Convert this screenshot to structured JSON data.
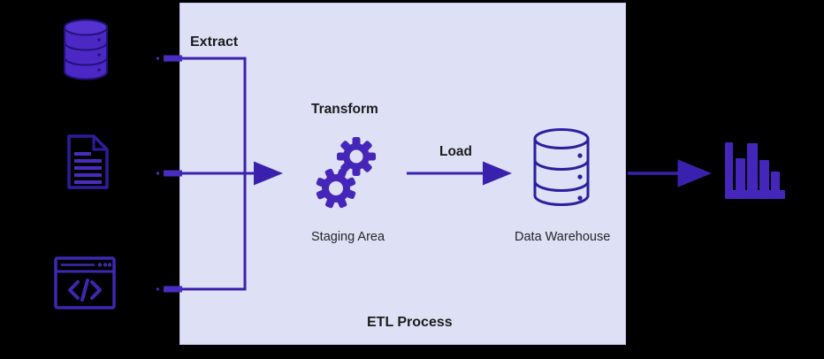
{
  "diagram": {
    "title": "ETL Process",
    "stages": {
      "extract_label": "Extract",
      "transform_label": "Transform",
      "load_label": "Load"
    },
    "nodes": {
      "staging_area_label": "Staging Area",
      "data_warehouse_label": "Data Warehouse"
    },
    "sources": [
      {
        "icon": "database-icon"
      },
      {
        "icon": "document-icon"
      },
      {
        "icon": "code-window-icon"
      }
    ],
    "output": {
      "icon": "bar-chart-icon"
    },
    "process_icons": [
      "gears-icon",
      "database-outline-icon"
    ],
    "flow": [
      "database-icon -> Extract",
      "document-icon -> Extract",
      "code-window-icon -> Extract",
      "Extract -> Staging Area (Transform)",
      "Staging Area -> Data Warehouse (Load)",
      "Data Warehouse -> bar-chart-icon"
    ],
    "colors": {
      "background": "#000000",
      "box_fill": "#dee0f6",
      "box_border": "#c3c5ef",
      "icon_purple": "#4b28c4",
      "icon_dark_edge": "#221178",
      "outline_indigo": "#2d1d9c",
      "connector_indigo": "#3a21ad",
      "text": "#1c1c1c"
    }
  }
}
